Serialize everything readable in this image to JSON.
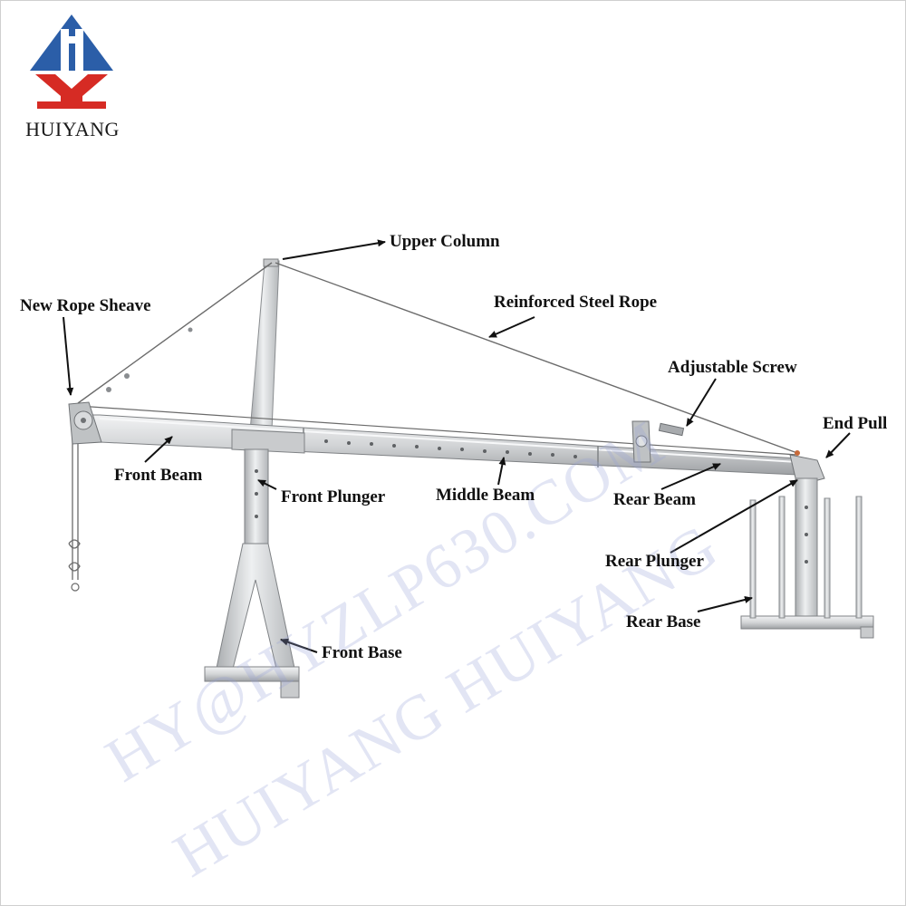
{
  "brand": {
    "name": "HUIYANG",
    "colors": {
      "blue": "#2b5ea8",
      "red": "#d62b24"
    }
  },
  "labels": {
    "upper_column": "Upper Column",
    "new_rope_sheave": "New Rope Sheave",
    "reinforced_steel_rope": "Reinforced Steel Rope",
    "adjustable_screw": "Adjustable Screw",
    "end_pull": "End Pull",
    "front_beam": "Front Beam",
    "front_plunger": "Front Plunger",
    "middle_beam": "Middle Beam",
    "rear_beam": "Rear Beam",
    "rear_plunger": "Rear Plunger",
    "rear_base": "Rear Base",
    "front_base": "Front Base"
  },
  "watermark": {
    "line1": "HY@HYZLP630.COM",
    "line2": "HUIYANG HUIYANG"
  },
  "colors": {
    "steel": "#d4d6d8",
    "steel_dark": "#8a8d90",
    "rope": "#6b6b6b",
    "arrow": "#111111"
  }
}
